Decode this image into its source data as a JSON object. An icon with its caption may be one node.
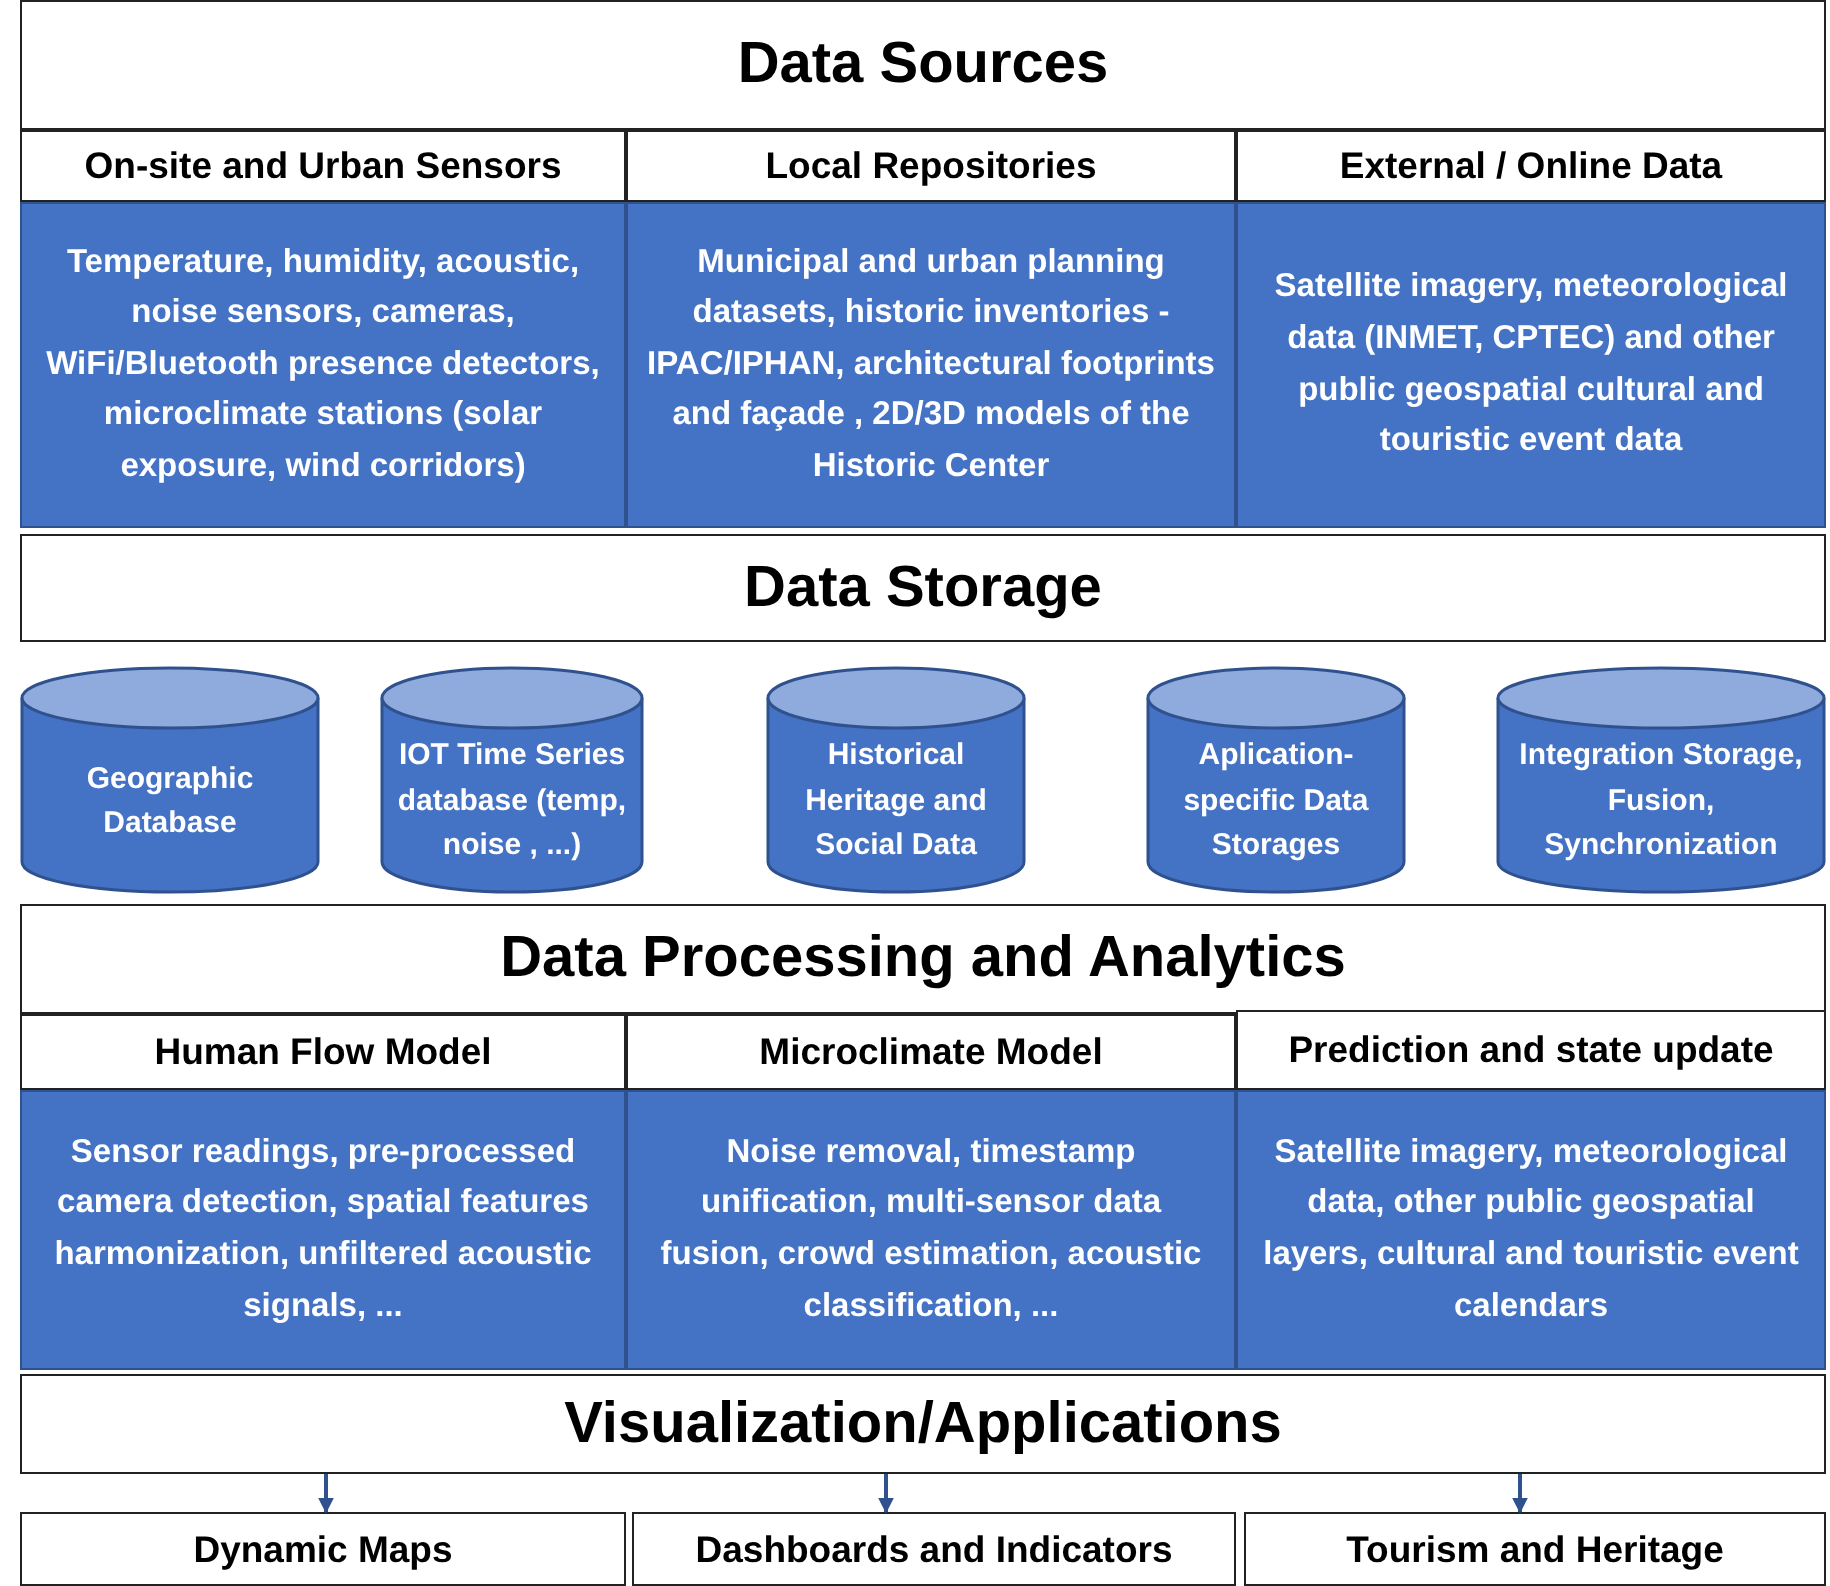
{
  "diagram": {
    "nodes": [
      {
        "text": [
          "Data Sources"
        ]
      },
      {
        "text": [
          "On-site and Urban Sensors"
        ]
      },
      {
        "text": [
          "Temperature, humidity, acoustic, noise sensors, cameras, WiFi/Bluetooth presence detectors, microclimate stations (solar exposure, wind corridors)"
        ]
      },
      {
        "text": [
          "Local Repositories"
        ]
      },
      {
        "text": [
          "Municipal and urban planning datasets, historic inventories - IPAC/IPHAN, architectural footprints and façade , 2D/3D models of the Historic Center"
        ]
      },
      {
        "text": [
          "External / Online Data"
        ]
      },
      {
        "text": [
          "Satellite imagery, meteorological data (INMET, CPTEC) and other public geospatial cultural and touristic event data"
        ]
      },
      {
        "text": [
          "Data Storage"
        ]
      },
      {
        "text": [
          "Geographic Database"
        ]
      },
      {
        "text": [
          "IOT Time Series database (temp, noise , ...)"
        ]
      },
      {
        "text": [
          "Historical Heritage and Social Data"
        ]
      },
      {
        "text": [
          "Aplication-specific Data Storages"
        ]
      },
      {
        "text": [
          "Integration Storage, Fusion, Synchronization"
        ]
      },
      {
        "text": [
          "Data Processing and Analytics"
        ]
      },
      {
        "text": [
          "Human Flow Model"
        ]
      },
      {
        "text": [
          "Sensor readings, pre-processed camera detection, spatial features harmonization, unfiltered acoustic signals, ..."
        ]
      },
      {
        "text": [
          "Microclimate Model"
        ]
      },
      {
        "text": [
          "Noise removal, timestamp unification, multi-sensor data fusion, crowd estimation, acoustic classification, ..."
        ]
      },
      {
        "text": [
          "Prediction and state update"
        ]
      },
      {
        "text": [
          "Satellite imagery, meteorological data, other public geospatial layers, cultural and touristic event calendars"
        ]
      },
      {
        "text": [
          "Visualization/Applications"
        ]
      },
      {
        "text": [
          "Dynamic Maps"
        ]
      },
      {
        "text": [
          "Dashboards and Indicators"
        ]
      },
      {
        "text": [
          "Tourism and Heritage"
        ]
      }
    ],
    "edges": [
      {
        "from": 20,
        "to": 21,
        "arrow": "to"
      },
      {
        "from": 20,
        "to": 22,
        "arrow": "to"
      },
      {
        "from": 20,
        "to": 23,
        "arrow": "to"
      }
    ]
  }
}
